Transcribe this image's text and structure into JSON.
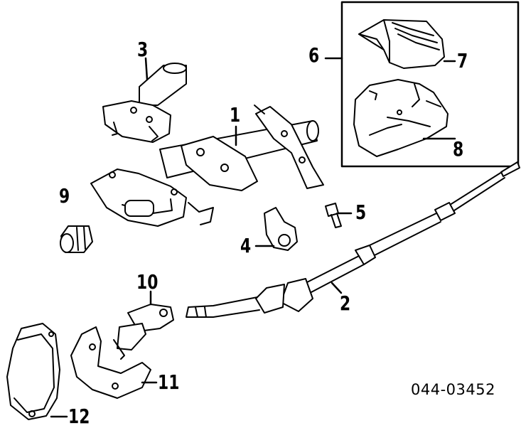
{
  "callouts": {
    "c1": "1",
    "c2": "2",
    "c3": "3",
    "c4": "4",
    "c5": "5",
    "c6": "6",
    "c7": "7",
    "c8": "8",
    "c9": "9",
    "c10": "10",
    "c11": "11",
    "c12": "12"
  },
  "diagram_code": "044-03452"
}
